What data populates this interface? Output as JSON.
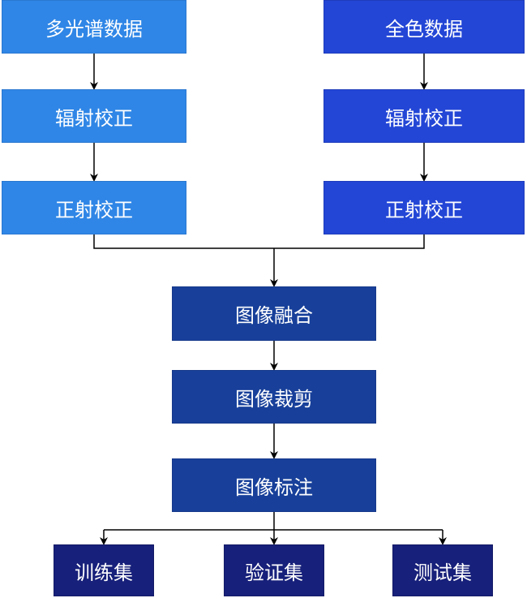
{
  "left_column": {
    "source": "多光谱数据",
    "radiometric": "辐射校正",
    "ortho": "正射校正"
  },
  "right_column": {
    "source": "全色数据",
    "radiometric": "辐射校正",
    "ortho": "正射校正"
  },
  "center_column": {
    "fusion": "图像融合",
    "crop": "图像裁剪",
    "label": "图像标注"
  },
  "outputs": {
    "train": "训练集",
    "validation": "验证集",
    "test": "测试集"
  },
  "colors": {
    "left": "#2f86e6",
    "right": "#2346d6",
    "center": "#18409a",
    "output": "#17207a",
    "line": "#000000"
  }
}
